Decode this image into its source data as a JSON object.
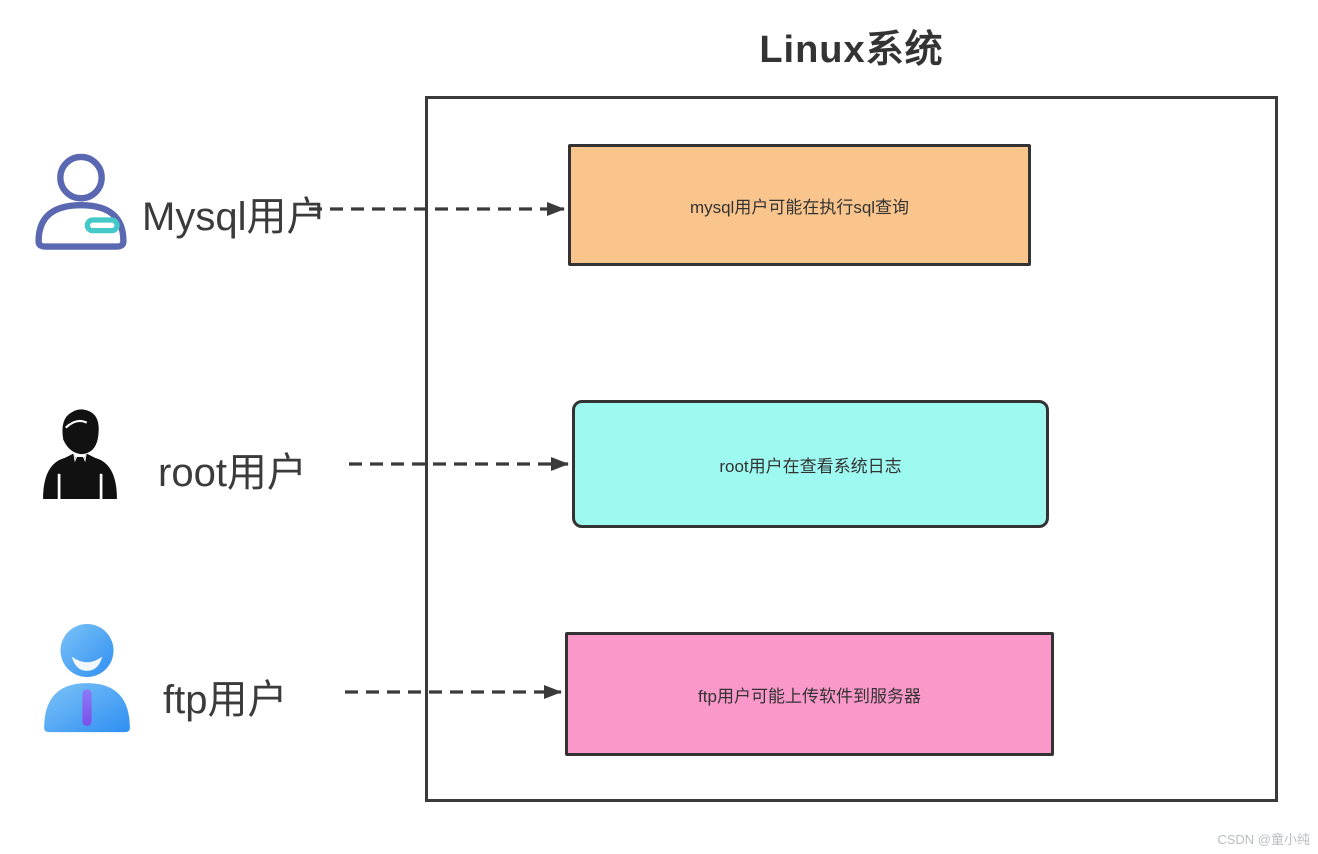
{
  "title": "Linux系统",
  "watermark": "CSDN @童小纯",
  "colors": {
    "frame_border": "#3a3a3a",
    "arrow": "#3a3a3a",
    "mysql_box": "#f9c58d",
    "root_box": "#9ef9f1",
    "ftp_box": "#f998c9"
  },
  "rows": [
    {
      "user": "Mysql用户",
      "icon": "outline-user-icon",
      "task": "mysql用户可能在执行sql查询",
      "box_color": "#f9c58d"
    },
    {
      "user": "root用户",
      "icon": "businessman-icon",
      "task": "root用户在查看系统日志",
      "box_color": "#9ef9f1"
    },
    {
      "user": "ftp用户",
      "icon": "blue-user-icon",
      "task": "ftp用户可能上传软件到服务器",
      "box_color": "#f998c9"
    }
  ]
}
